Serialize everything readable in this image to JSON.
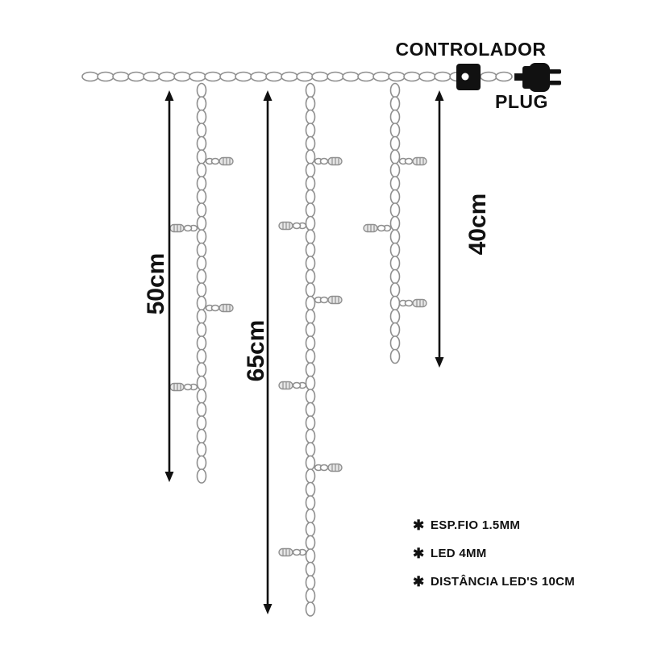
{
  "header": {
    "controlador_label": "CONTROLADOR",
    "plug_label": "PLUG"
  },
  "measurements": {
    "strand_left": "50cm",
    "strand_middle": "65cm",
    "strand_right": "40cm"
  },
  "legend": {
    "bullet_glyph": "✱",
    "items": [
      {
        "label": "ESP.FIO 1.5MM"
      },
      {
        "label": "LED 4MM"
      },
      {
        "label": "DISTÂNCIA LED'S 10CM"
      }
    ]
  },
  "colors": {
    "wire": "#8f8f8f",
    "bulb_fill": "#e6e6e6",
    "ink": "#111111"
  }
}
